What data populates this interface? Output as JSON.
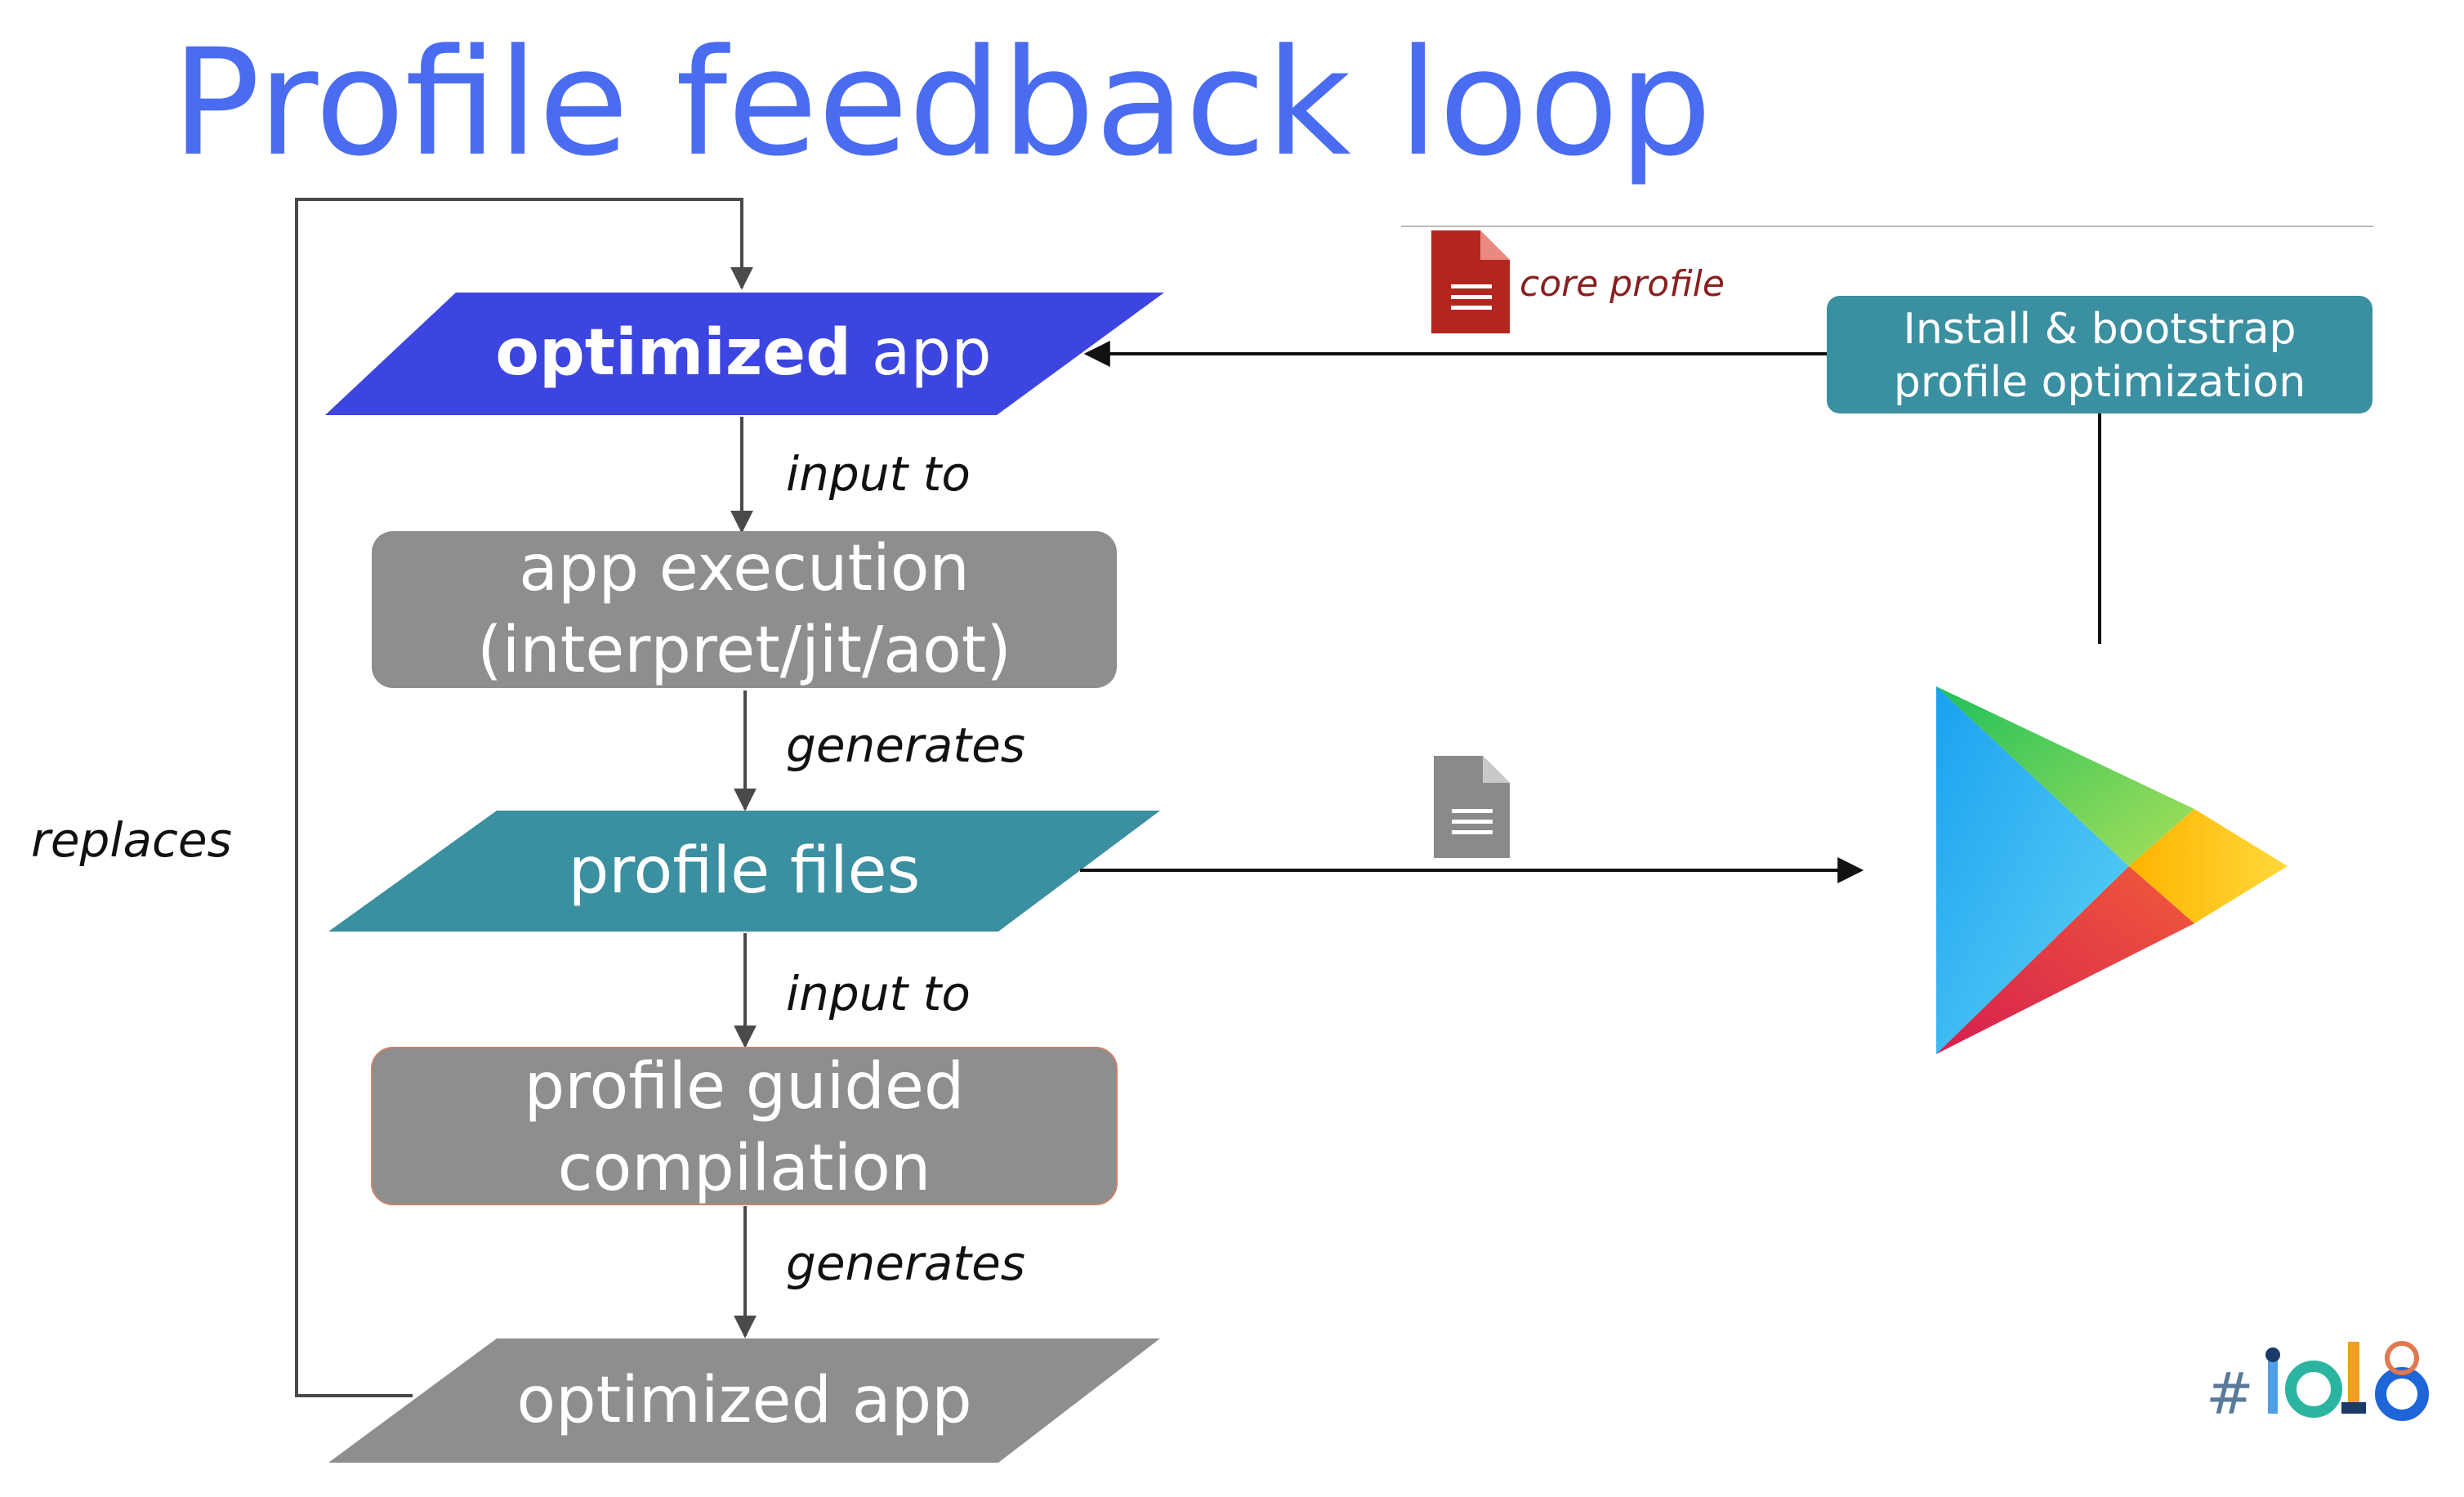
{
  "title": "Profile feedback loop",
  "nodes": {
    "optimized_app_top": {
      "bold": "optimized",
      "regular": " app"
    },
    "app_execution": {
      "line1": "app execution",
      "line2": "(interpret/jit/aot)"
    },
    "profile_files": {
      "label": "profile files"
    },
    "pgc": {
      "line1": "profile guided",
      "line2": "compilation"
    },
    "optimized_app_bottom": {
      "label": "optimized app"
    },
    "install": {
      "line1": "Install & bootstrap",
      "line2": "profile optimization"
    }
  },
  "edges": {
    "input_to_1": "input to",
    "generates_1": "generates",
    "input_to_2": "input to",
    "generates_2": "generates",
    "replaces": "replaces",
    "core_profile": "core profile"
  },
  "icons": {
    "core_profile_doc": "document-icon",
    "profile_doc": "document-icon",
    "play_store": "google-play-icon",
    "io_logo": "google-io-18-logo"
  },
  "colors": {
    "title": "#4a6cf0",
    "optimized_app_top": "#3c45e0",
    "teal": "#3a8fa0",
    "gray_box": "#8e8e8e",
    "core_doc": "#b3261e",
    "core_text": "#8a1f1f",
    "gray_doc": "#8a8a8a",
    "line": "#444444"
  },
  "logo_text": "#io18"
}
